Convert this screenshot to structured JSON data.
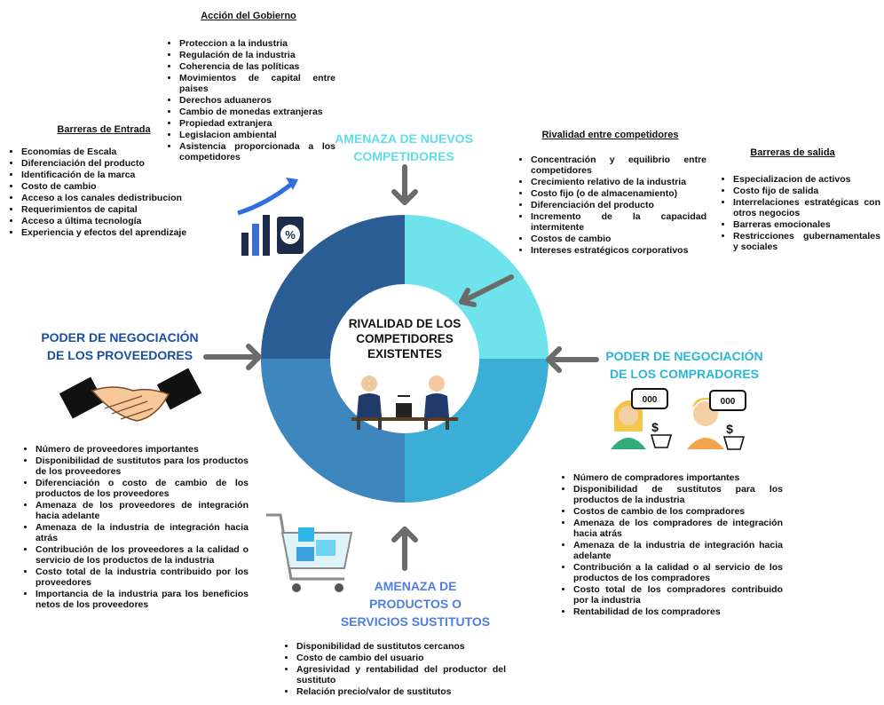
{
  "gobierno": {
    "heading": "Acción del Gobierno",
    "items": [
      "Proteccion a la industria",
      "Regulación de la industria",
      "Coherencia de las políticas",
      "Movimientos de capital entre paises",
      "Derechos aduaneros",
      "Cambio de monedas extranjeras",
      "Propiedad extranjera",
      "Legislacion ambiental",
      "Asistencia proporcionada a los competidores"
    ]
  },
  "entrada": {
    "heading": "Barreras de Entrada",
    "items": [
      "Economías de Escala",
      "Diferenciación del producto",
      "Identificación de la marca",
      "Costo de cambio",
      "Acceso a los canales dedistribucion",
      "Requerimientos de capital",
      "Acceso a última tecnología",
      "Experiencia y efectos del aprendizaje"
    ]
  },
  "rivalidad": {
    "heading": "Rivalidad entre competidores",
    "items": [
      "Concentración y equilibrio entre competidores",
      "Crecimiento relativo de la industria",
      "Costo fijo (o de almacenamiento)",
      "Diferenciación del producto",
      "Incremento de la capacidad intermitente",
      "Costos de cambio",
      "Intereses estratégicos corporativos"
    ]
  },
  "salida": {
    "heading": "Barreras de salida",
    "items": [
      "Especializacion de activos",
      "Costo fijo de salida",
      "Interrelaciones estratégicas con otros negocios",
      "Barreras emocionales",
      "Restricciones gubernamentales y sociales"
    ]
  },
  "forces": {
    "nuevos": {
      "line1": "AMENAZA DE NUEVOS",
      "line2": "COMPETIDORES",
      "color": "#5fdde8"
    },
    "proveedores": {
      "line1": "PODER DE NEGOCIACIÓN",
      "line2": "DE LOS PROVEEDORES",
      "color": "#1a4fa0"
    },
    "compradores": {
      "line1": "PODER DE NEGOCIACIÓN",
      "line2": "DE LOS COMPRADORES",
      "color": "#2bb6d6"
    },
    "sustitutos": {
      "line1": "AMENAZA DE",
      "line2": "PRODUCTOS O",
      "line3": "SERVICIOS SUSTITUTOS",
      "color": "#4f7fe0"
    }
  },
  "center": {
    "line1": "RIVALIDAD DE LOS",
    "line2": "COMPETIDORES",
    "line3": "EXISTENTES"
  },
  "proveedores_list": [
    "Número de proveedores importantes",
    "Disponibilidad de sustitutos para los productos de los proveedores",
    "Diferenciación o costo de cambio de los productos de los proveedores",
    "Amenaza de los proveedores de integración hacia adelante",
    "Amenaza de la industria de integración hacia atrás",
    "Contribución de los proveedores a la calidad o servicio de los productos de la industria",
    "Costo total de la industria contribuido por los proveedores",
    "Importancia de la industria para los beneficios netos de los proveedores"
  ],
  "compradores_list": [
    "Número de compradores importantes",
    "Disponibilidad de sustitutos para los productos de la industria",
    "Costos de cambio de los compradores",
    "Amenaza de los compradores de integración hacia atrás",
    "Amenaza de la industria de integración hacia adelante",
    "Contribución a la calidad o al servicio de los productos de los compradores",
    "Costo total de los compradores contribuido por la industria",
    "Rentabilidad de los compradores"
  ],
  "sustitutos_list": [
    "Disponibilidad de sustitutos cercanos",
    "Costo de cambio del usuario",
    "Agresividad y rentabilidad del productor del sustituto",
    "Relación precio/valor de sustitutos"
  ],
  "colors": {
    "q_top_left": "#2a5d93",
    "q_top_right": "#6fe3ec",
    "q_bottom_right": "#3aaed5",
    "q_bottom_left": "#3d86be",
    "arrow": "#6b6b6b"
  },
  "icons": {
    "percent": "growth-percent-icon",
    "handshake": "handshake-icon",
    "buyers": "buyers-cart-icon",
    "cart": "shopping-cart-icon",
    "businessmen": "competing-businessmen-icon",
    "bubble_text": "000",
    "currency": "$",
    "percent_sign": "%"
  }
}
